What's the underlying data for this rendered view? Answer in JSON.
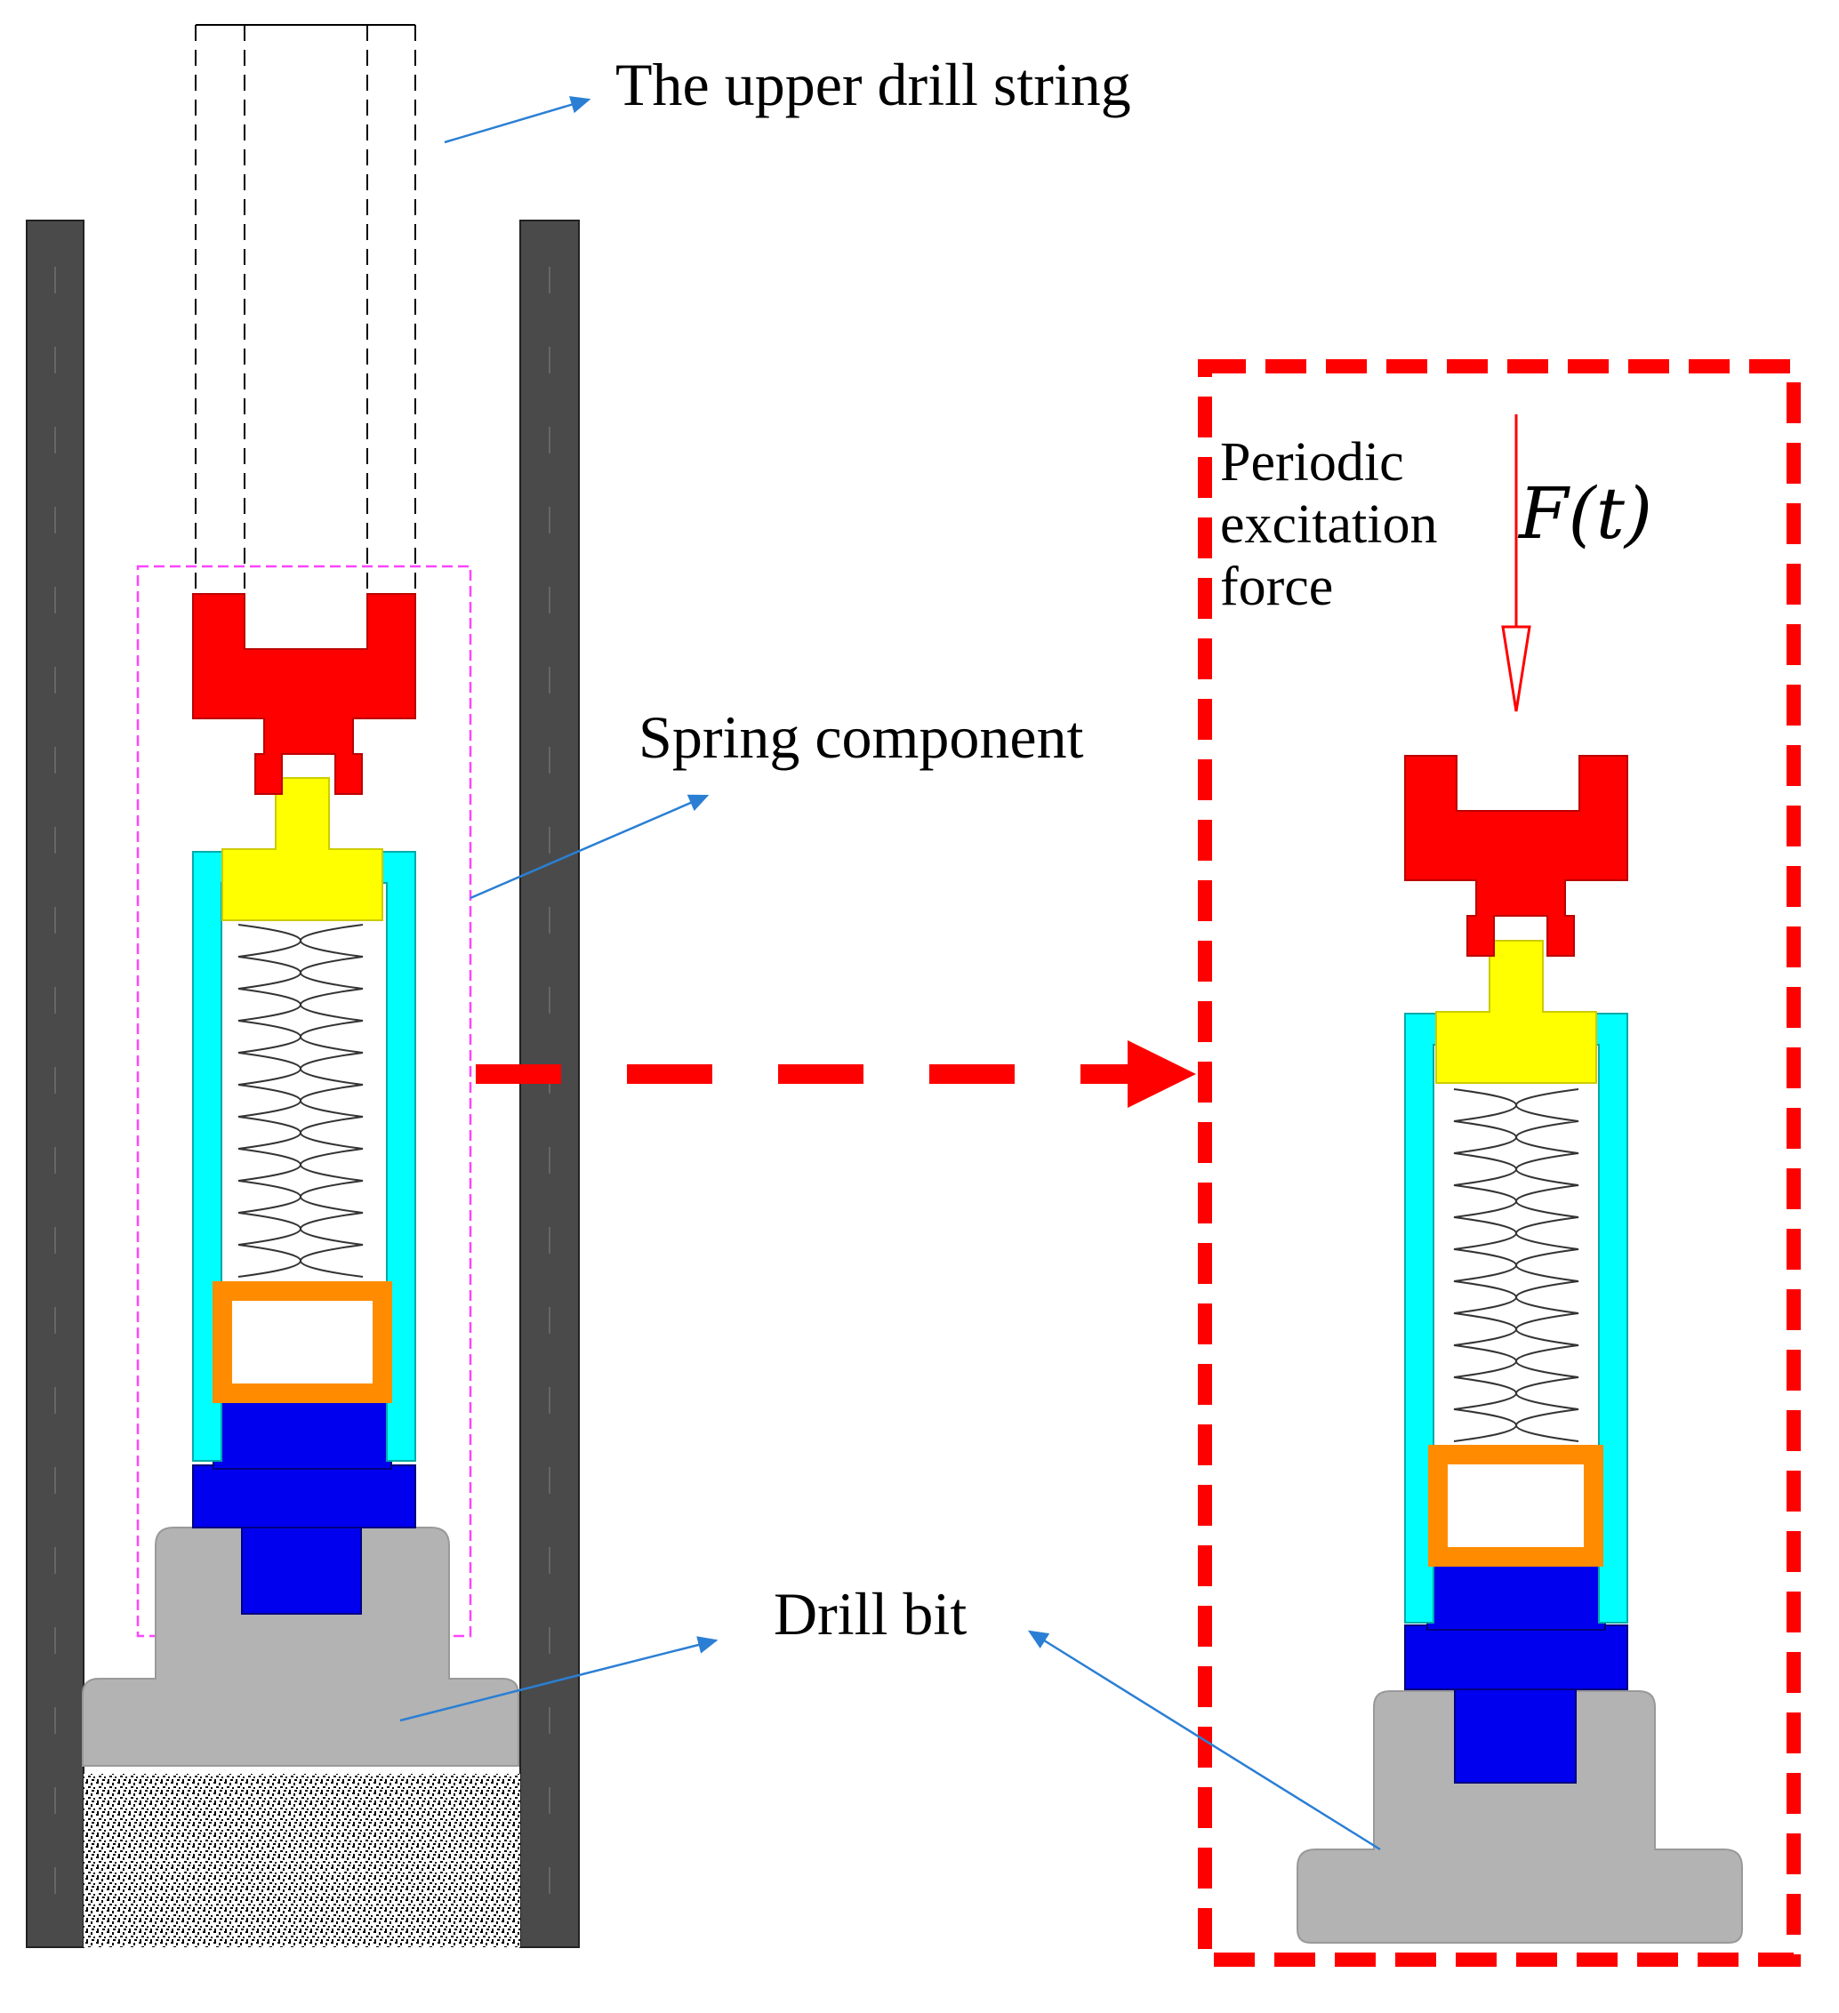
{
  "labels": {
    "upper_drill_string": "The upper drill string",
    "spring_component": "Spring component",
    "drill_bit": "Drill bit",
    "periodic_line1": "Periodic",
    "periodic_line2": "excitation",
    "periodic_line3": "force",
    "force_symbol": "F(t)"
  },
  "colors": {
    "wall": "#4a4a4a",
    "top_part": "#ff0000",
    "connector": "#ffff00",
    "housing": "#00ffff",
    "spring_seat": "#ff8c00",
    "lower_part": "#0000ee",
    "drill_bit": "#b3b3b3",
    "callout_arrow": "#2a7fd4",
    "highlight": "#ff0000",
    "selection_box": "#ff44ff"
  }
}
